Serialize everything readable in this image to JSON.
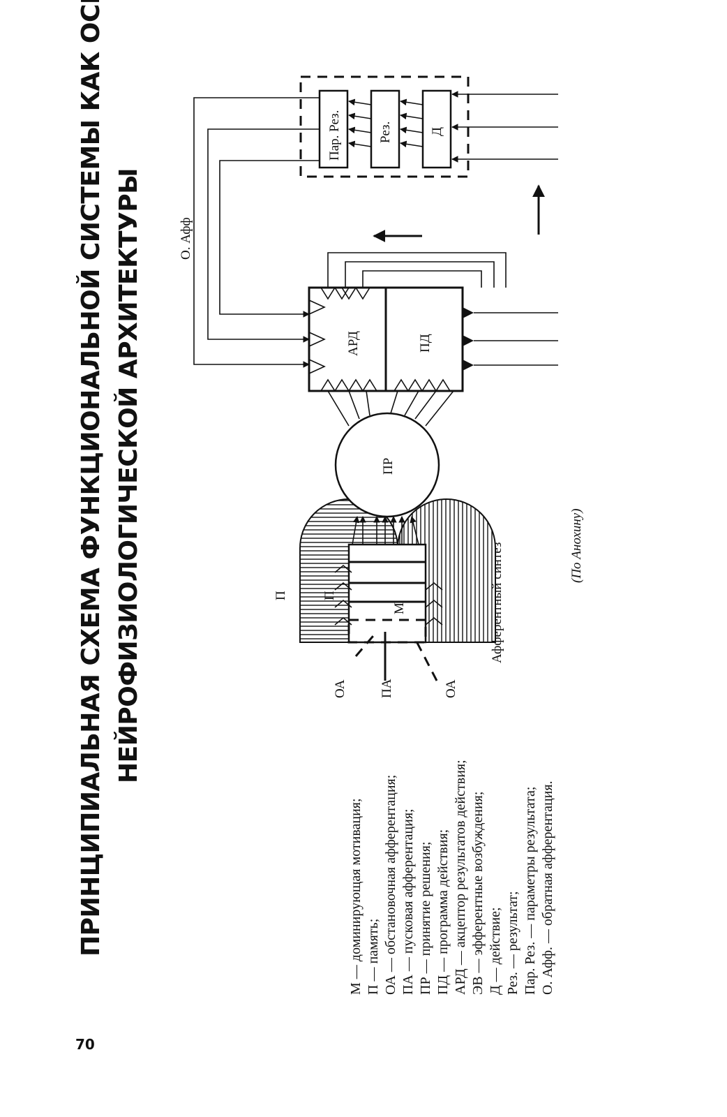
{
  "page_number": "70",
  "title": {
    "line1": "ПРИНЦИПИАЛЬНАЯ СХЕМА ФУНКЦИОНАЛЬНОЙ СИСТЕМЫ КАК ОСНОВЫ",
    "line2": "НЕЙРОФИЗИОЛОГИЧЕСКОЙ АРХИТЕКТУРЫ"
  },
  "diagram": {
    "oa_top": "ОА",
    "pa": "ПА",
    "oa_bottom": "ОА",
    "p_outer": "П",
    "p_inner": "П",
    "m": "М",
    "pr": "ПР",
    "ard": "АРД",
    "pd": "ПД",
    "par_rez": "Пар. Рез.",
    "rez": "Рез.",
    "d": "Д",
    "o_aff": "О. Афф",
    "afferent_synthesis": "Афферентный синтез",
    "credit": "(По Анохину)"
  },
  "legend": [
    "М — доминирующая мотивация;",
    "П — память;",
    "ОА — обстановочная афферентация;",
    "ПА — пусковая афферентация;",
    "ПР — принятие решения;",
    "ПД — программа действия;",
    "АРД — акцептор результатов действия;",
    "ЭВ — эфферентные возбуждения;",
    "Д — действие;",
    "Рез. — результат;",
    "Пар. Рез. — параметры результата;",
    "О. Афф. — обратная афферентация."
  ]
}
